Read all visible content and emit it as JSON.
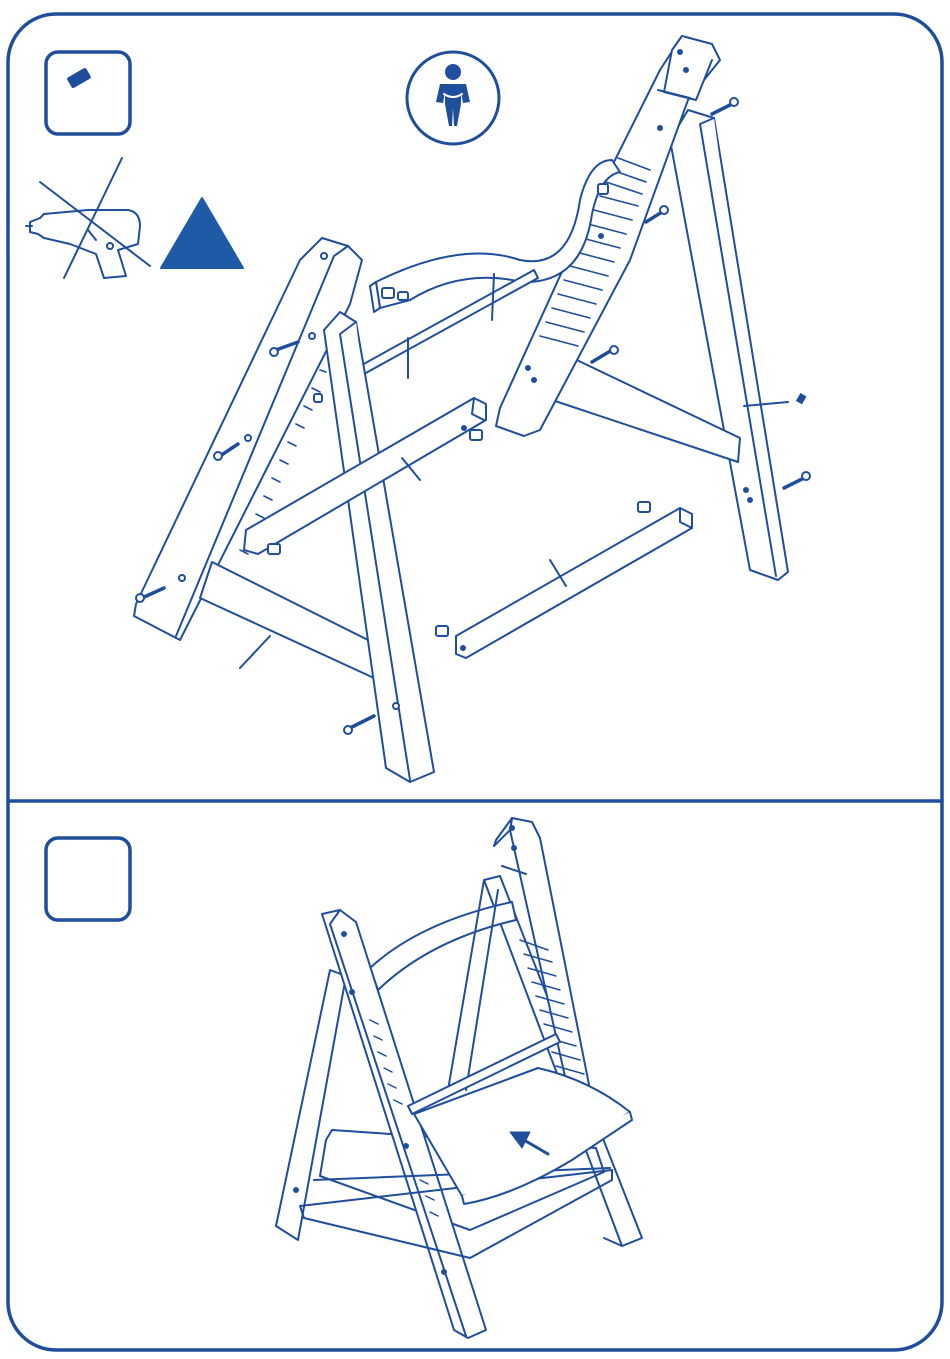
{
  "colors": {
    "ink": "#1f4e9c",
    "accent": "#1f5aa6",
    "background": "#ffffff"
  },
  "steps": [
    {
      "id": "step-1",
      "icons": [
        "hex-key-icon",
        "child-figure-icon",
        "no-power-drill-icon",
        "warning-triangle-icon"
      ],
      "parts": [
        "left-side-frame",
        "right-side-frame",
        "curved-backrest",
        "upper-crossbar",
        "lower-crossbar",
        "front-footrest-bar",
        "rear-footrest-bar",
        "bolt",
        "barrel-nut",
        "hex-key"
      ]
    },
    {
      "id": "step-2",
      "icons": [
        "insert-direction-arrow-icon"
      ],
      "parts": [
        "assembled-frame",
        "seat-plate"
      ]
    }
  ]
}
